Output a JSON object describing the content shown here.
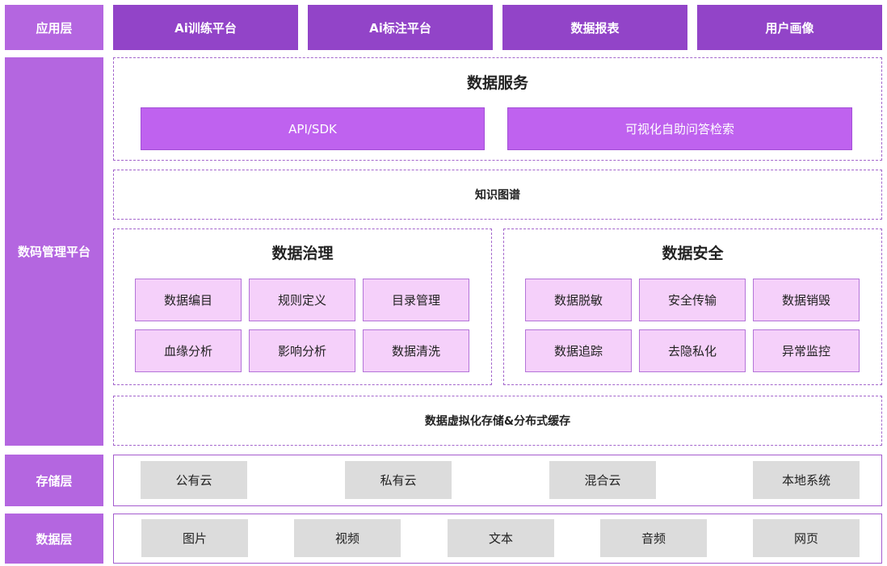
{
  "layers": {
    "application": "应用层",
    "platform": "数码管理平台",
    "storage": "存储层",
    "data": "数据层"
  },
  "applications": [
    "Ai训练平台",
    "Ai标注平台",
    "数据报表",
    "用户画像"
  ],
  "data_services": {
    "title": "数据服务",
    "items": [
      "API/SDK",
      "可视化自助问答检索"
    ]
  },
  "knowledge_graph": "知识图谱",
  "governance": {
    "title": "数据治理",
    "items": [
      "数据编目",
      "规则定义",
      "目录管理",
      "血缘分析",
      "影响分析",
      "数据清洗"
    ]
  },
  "security": {
    "title": "数据安全",
    "items": [
      "数据脱敏",
      "安全传输",
      "数据销毁",
      "数据追踪",
      "去隐私化",
      "异常监控"
    ]
  },
  "virtualization": "数据虚拟化存储&分布式缓存",
  "storage_items": [
    "公有云",
    "私有云",
    "混合云",
    "本地系统"
  ],
  "data_items": [
    "图片",
    "视频",
    "文本",
    "音频",
    "网页"
  ],
  "colors": {
    "layer_label": "#b466e0",
    "app_box": "#9244c8",
    "service_box": "#bf62ef",
    "module_box": "#f5d0fa",
    "storage_box": "#dcdcdc",
    "dashed_border": "#a466cc"
  }
}
